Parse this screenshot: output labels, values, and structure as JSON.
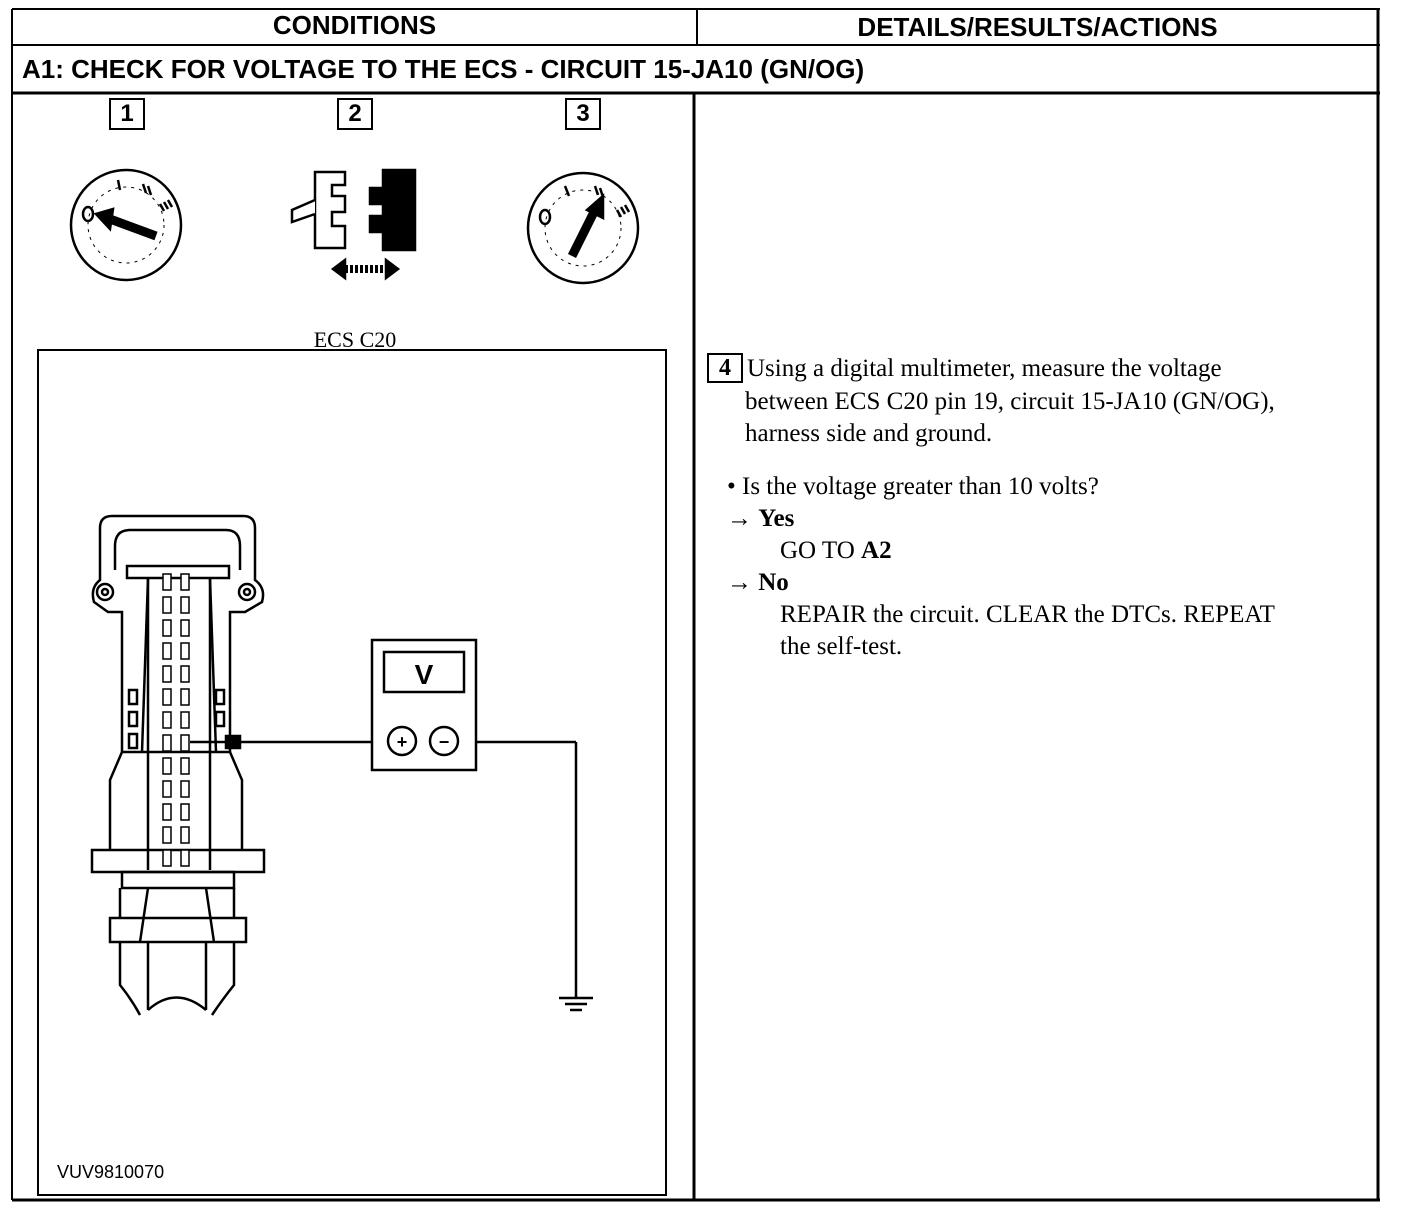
{
  "header": {
    "conditions": "CONDITIONS",
    "details": "DETAILS/RESULTS/ACTIONS"
  },
  "test_title": "A1: CHECK FOR VOLTAGE TO THE ECS - CIRCUIT 15-JA10 (GN/OG)",
  "steps": [
    "1",
    "2",
    "3"
  ],
  "diagram": {
    "connector_label": "ECS C20",
    "meter_label": "V",
    "plus": "+",
    "minus": "−",
    "figure_code": "VUV9810070"
  },
  "icons": [
    "ignition-off-icon",
    "disconnect-connector-icon",
    "ignition-on-icon",
    "ground-icon"
  ],
  "instructions": {
    "step_number": "4",
    "line1": "Using a digital multimeter, measure the voltage",
    "line2": "between ECS C20 pin 19, circuit 15-JA10 (GN/OG),",
    "line3": "harness side and ground.",
    "question": "• Is the voltage greater than 10 volts?",
    "arrow": "→",
    "yes_label": "Yes",
    "yes_action_prefix": "GO TO ",
    "yes_action_target": "A2",
    "no_label": "No",
    "no_action_line1": "REPAIR the circuit. CLEAR the DTCs. REPEAT",
    "no_action_line2": "the self-test."
  }
}
